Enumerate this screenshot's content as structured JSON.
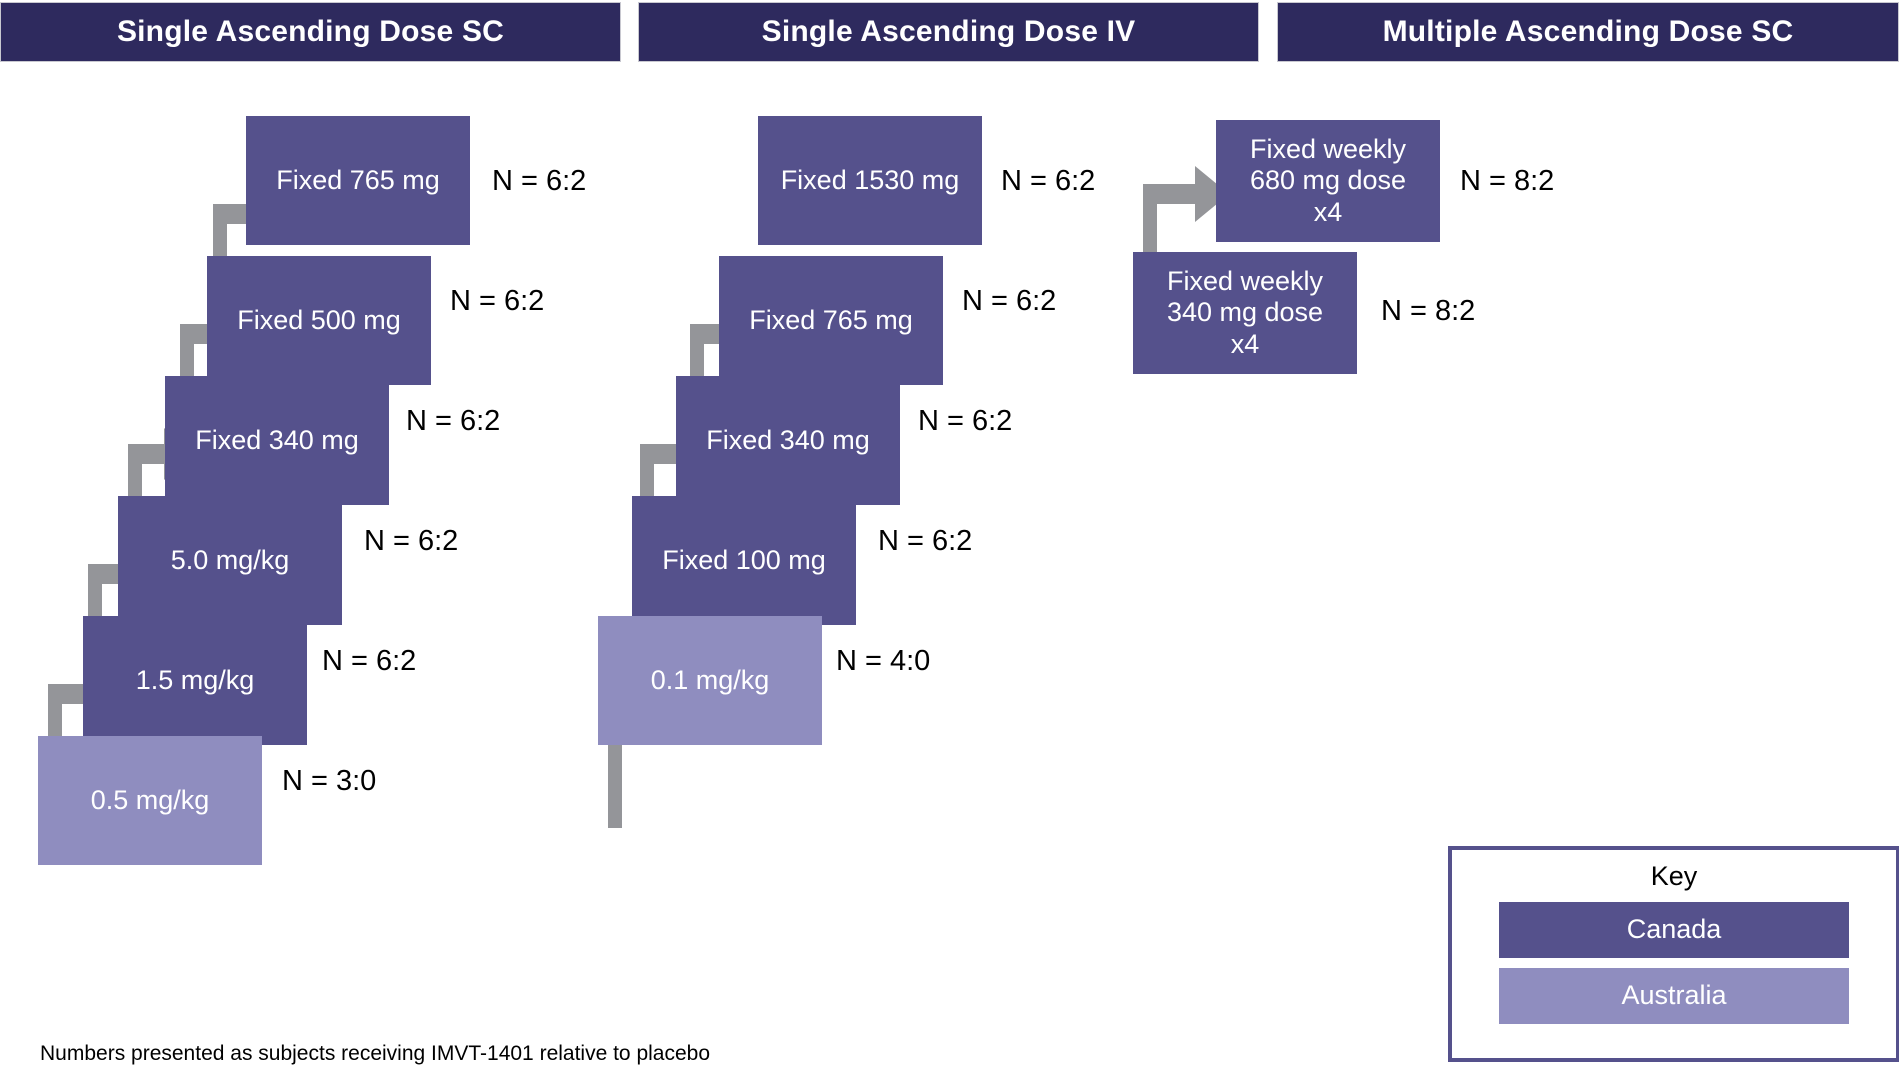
{
  "columns": [
    {
      "id": "sad-sc",
      "title": "Single Ascending Dose SC",
      "cohorts": [
        {
          "label": "Fixed 765 mg",
          "n": "N = 6:2",
          "region": "canada"
        },
        {
          "label": "Fixed 500 mg",
          "n": "N = 6:2",
          "region": "canada"
        },
        {
          "label": "Fixed 340 mg",
          "n": "N = 6:2",
          "region": "canada"
        },
        {
          "label": "5.0 mg/kg",
          "n": "N = 6:2",
          "region": "canada"
        },
        {
          "label": "1.5 mg/kg",
          "n": "N = 6:2",
          "region": "canada"
        },
        {
          "label": "0.5 mg/kg",
          "n": "N = 3:0",
          "region": "australia"
        }
      ]
    },
    {
      "id": "sad-iv",
      "title": "Single Ascending Dose IV",
      "cohorts": [
        {
          "label": "Fixed 1530 mg",
          "n": "N = 6:2",
          "region": "canada"
        },
        {
          "label": "Fixed 765 mg",
          "n": "N = 6:2",
          "region": "canada"
        },
        {
          "label": "Fixed 340 mg",
          "n": "N = 6:2",
          "region": "canada"
        },
        {
          "label": "Fixed 100 mg",
          "n": "N = 6:2",
          "region": "canada"
        },
        {
          "label": "0.1 mg/kg",
          "n": "N = 4:0",
          "region": "australia"
        }
      ]
    },
    {
      "id": "mad-sc",
      "title": "Multiple Ascending Dose SC",
      "cohorts": [
        {
          "label": "Fixed weekly\n680 mg dose\nx4",
          "n": "N = 8:2",
          "region": "canada"
        },
        {
          "label": "Fixed weekly\n340 mg dose\nx4",
          "n": "N = 8:2",
          "region": "canada"
        }
      ]
    }
  ],
  "key": {
    "title": "Key",
    "entries": [
      {
        "label": "Canada",
        "color": "#55518C"
      },
      {
        "label": "Australia",
        "color": "#8F8DBF"
      }
    ]
  },
  "footnote": "Numbers presented as subjects receiving IMVT-1401 relative to placebo",
  "colors": {
    "header_bar": "#2E2A5E",
    "canada": "#55518C",
    "australia": "#8F8DBF",
    "arrow": "#949599",
    "background": "#FFFFFF",
    "key_border": "#55518C"
  }
}
